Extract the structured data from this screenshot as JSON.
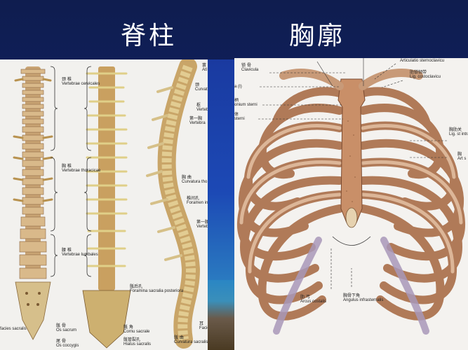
{
  "slide": {
    "title_left": "脊柱",
    "title_right": "胸廓",
    "background_color": "#102063"
  },
  "spine_panel": {
    "labels": {
      "cervical_cn": "颈 椎",
      "cervical_la": "Vertebrae cervicales",
      "thoracic_cn": "胸 椎",
      "thoracic_la": "Vertebrae thoracicae",
      "lumbar_cn": "腰 椎",
      "lumbar_la": "Vertebrae lumbales",
      "sacrum_cn": "骶 骨",
      "sacrum_la": "Os sacrum",
      "coccyx_cn": "尾 骨",
      "coccyx_la": "Os coccygis",
      "facies_la": "facies sacralis",
      "foramina_cn": "骶后孔",
      "foramina_la": "Foramina sacralia posteriora",
      "cornu_cn": "骶 角",
      "cornu_la": "Cornu sacrale",
      "hiatus_cn": "骶管裂孔",
      "hiatus_la": "Hiatus sacralis",
      "curv_sacral_cn": "骶 曲",
      "curv_sacral_la": "Curvatura sacralis",
      "atlas_cn": "寰",
      "atlas_la": "Atl",
      "curv_cerv_cn": "颈",
      "curv_cerv_la": "Curvat",
      "vert_cn": "枢",
      "vert_la": "Vertebr",
      "vert7_cn": "第一胸",
      "vert7_la": "Vertebra",
      "curv_thor_cn": "胸 曲",
      "curv_thor_la": "Curvatura tho",
      "foramen_cn": "椎间孔",
      "foramen_la": "Foramen in",
      "vert_l_cn": "第一腰",
      "vert_l_la": "Verteb",
      "facies2_cn": "耳",
      "facies2_la": "Facie"
    }
  },
  "thorax_panel": {
    "labels": {
      "clavicula_cn": "锁 骨",
      "clavicula_la": "Clavicula",
      "rib1_la": "a (Ⅰ)",
      "manubrium_cn": "柄",
      "manubrium_la": "onium sterni",
      "sterni_cn": "体",
      "sterni_la": "sterni",
      "art_sterno_la": "Articulatio sternoclavicu",
      "lig_costo_cn": "肋锁韧带",
      "lig_costo_la": "Lig. costoclavicu",
      "lig_intra_cn": "胸肋关",
      "lig_intra_la": "Lig. st intra",
      "art_right_cn": "胸",
      "art_right_la": "Art s",
      "arcus_cn": "肋 弓",
      "arcus_la": "Arcus costalis",
      "angulus_cn": "胸骨下角",
      "angulus_la": "Angulus infrasternalis"
    }
  }
}
